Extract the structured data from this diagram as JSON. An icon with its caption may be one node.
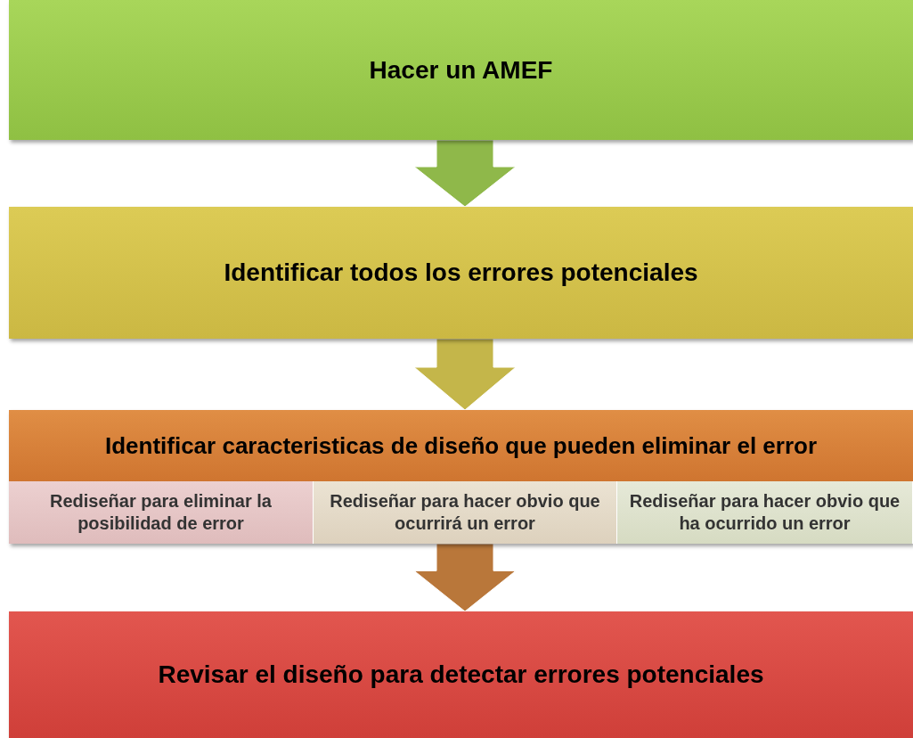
{
  "diagram": {
    "nodes": [
      {
        "text": [
          "Hacer un AMEF"
        ]
      },
      {
        "text": [
          "Identificar todos los errores potenciales"
        ]
      },
      {
        "text": [
          "Identificar caracteristicas de diseño que pueden eliminar el error"
        ]
      },
      {
        "text": [
          "Rediseñar para eliminar la posibilidad de error"
        ],
        "in": 2
      },
      {
        "text": [
          "Rediseñar para hacer obvio que ocurrirá un error"
        ],
        "in": 2
      },
      {
        "text": [
          "Rediseñar para hacer obvio que ha ocurrido un error"
        ],
        "in": 2
      },
      {
        "text": [
          "Revisar el diseño para detectar errores potenciales"
        ]
      }
    ],
    "edges": [
      {
        "from": 0,
        "to": 1,
        "arrow": "to",
        "color": "#8fb84a"
      },
      {
        "from": 1,
        "to": 2,
        "arrow": "to",
        "color": "#c4b64a"
      },
      {
        "from": 2,
        "to": 6,
        "arrow": "to",
        "color": "#b9773a"
      }
    ]
  }
}
